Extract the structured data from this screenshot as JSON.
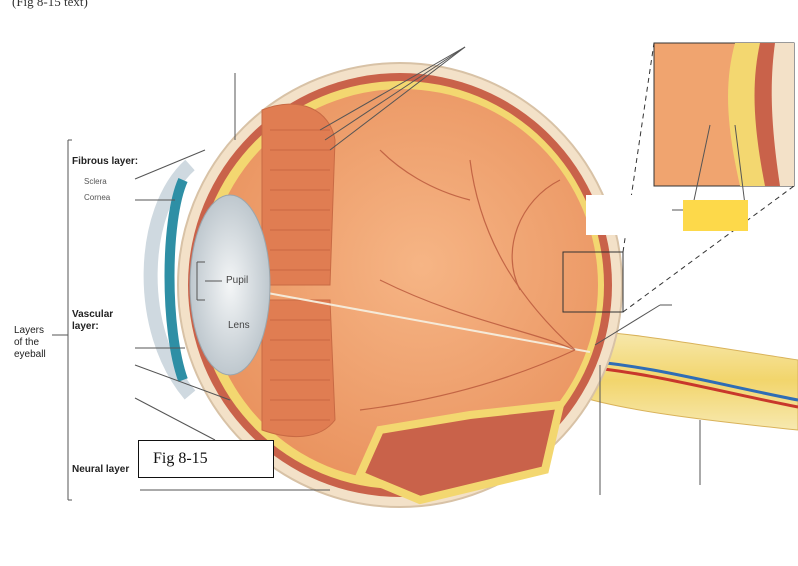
{
  "top_text": "(Fig 8-15 text)",
  "labels": {
    "fibrous_layer": "Fibrous layer:",
    "fibrous_sub1": "Sclera",
    "fibrous_sub2": "Cornea",
    "vascular_layer_line1": "Vascular",
    "vascular_layer_line2": "layer:",
    "neural_layer": "Neural layer",
    "layers_line1": "Layers",
    "layers_line2": "of the",
    "layers_line3": "eyeball",
    "pupil": "Pupil",
    "lens": "Lens"
  },
  "figure_caption": "Fig 8-15",
  "colors": {
    "answer_box": "#fdd94a",
    "eye_orange": "#f0a46f",
    "sclera_cream": "#f3e1c8",
    "choroid_red": "#c9624a",
    "retina_yellow": "#f3d770",
    "lens_blue": "#cfd6dc",
    "iris_teal": "#2e8fa5"
  }
}
